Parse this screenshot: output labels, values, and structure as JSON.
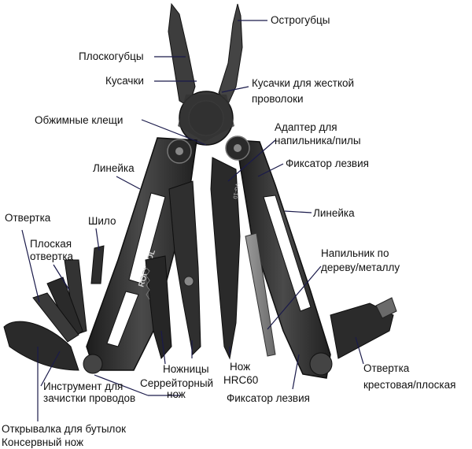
{
  "labels": {
    "ostrogubtsy": "Острогубцы",
    "ploskogubtsy": "Плоскогубцы",
    "kusachki": "Кусачки",
    "kusachki_hard_1": "Кусачки для жесткой",
    "kusachki_hard_2": "проволоки",
    "obzhimnye": "Обжимные клещи",
    "adapter_1": "Адаптер для",
    "adapter_2": "напильника/пилы",
    "fiksator_top": "Фиксатор лезвия",
    "lineyka_left": "Линейка",
    "lineyka_right": "Линейка",
    "otvertka": "Отвертка",
    "shilo": "Шило",
    "ploskaya_1": "Плоская",
    "ploskaya_2": "отвертка",
    "napilnik_1": "Напильник по",
    "napilnik_2": "дереву/металлу",
    "nozhnitsy": "Ножницы",
    "nozh_1": "Нож",
    "nozh_2": "HRC60",
    "serreitorny_1": "Серрейторный",
    "serreitorny_2": "нож",
    "otvertka_krest_1": "Отвертка",
    "otvertka_krest_2": "крестовая/плоская",
    "instrument_1": "Инструмент для",
    "instrument_2": "зачистки проводов",
    "fiksator_bottom": "Фиксатор лезвия",
    "otkryvalka": "Открывалка для бутылок",
    "konservny": "Консервный нож"
  },
  "tool": {
    "brand": "ROCKTOL",
    "blade_mark": "VG-10"
  },
  "colors": {
    "metal_dark": "#232323",
    "metal_mid": "#3a3a3a",
    "metal_light": "#5b5b5b",
    "steel": "#8a8a8a",
    "leader": "#1a1a4a"
  }
}
